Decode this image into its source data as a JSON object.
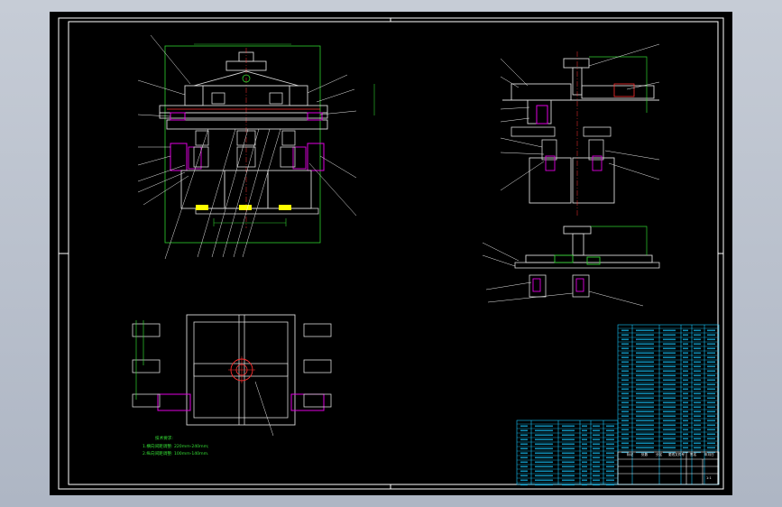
{
  "colors": {
    "background": "#000000",
    "frame": "#ffffff",
    "part": "#d8d8d8",
    "dimension": "#2fd02f",
    "highlight": "#e000e0",
    "axis": "#ff3030",
    "hatch": "#ffff00",
    "table": "#16c8ff",
    "note": "#35e035"
  },
  "technical_notes": {
    "heading": "技术要求:",
    "line1": "1.横向间距调整: 220mm-240mm;",
    "line2": "2.纵向间距调整: 100mm-140mm."
  },
  "title_block": {
    "header_cells": [
      "标记",
      "处数",
      "分区",
      "更改文件号",
      "签名",
      "年月日"
    ],
    "scale": "1:1"
  }
}
